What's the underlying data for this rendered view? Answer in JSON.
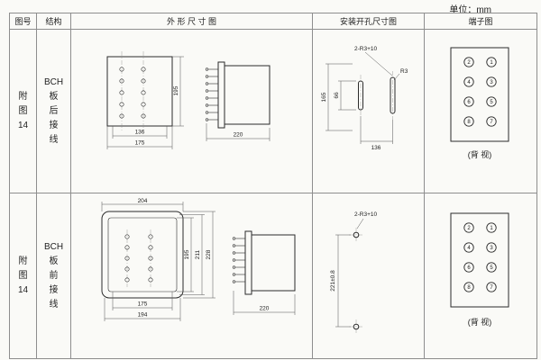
{
  "unit_label": "单位：mm",
  "headers": {
    "fig_no": "图号",
    "structure": "结构",
    "outline": "外 形 尺 寸 图",
    "install": "安装开孔尺寸图",
    "terminal": "端子图"
  },
  "rows": [
    {
      "fig_no": "附\n图\n14",
      "structure": "BCH\n板\n后\n接\n线",
      "outline_dims": {
        "height": "195",
        "inner_width": "136",
        "outer_width": "175",
        "depth": "220"
      },
      "install_dims": {
        "note": "2-R3+10",
        "radius": "R3",
        "outer_height": "165",
        "inner_height": "66",
        "width": "136"
      },
      "terminal_label": "(背 视)"
    },
    {
      "fig_no": "附\n图\n14",
      "structure": "BCH\n板\n前\n接\n线",
      "outline_dims": {
        "top_width": "204",
        "h1": "195",
        "h2": "211",
        "h3": "228",
        "w1": "175",
        "w2": "194",
        "depth": "220"
      },
      "install_dims": {
        "note": "2-R3+10",
        "height": "221±0.8"
      },
      "terminal_label": "(背 视)"
    }
  ],
  "terminal_numbers": {
    "left": [
      "2",
      "4",
      "6",
      "8"
    ],
    "right": [
      "1",
      "3",
      "5",
      "7"
    ]
  }
}
